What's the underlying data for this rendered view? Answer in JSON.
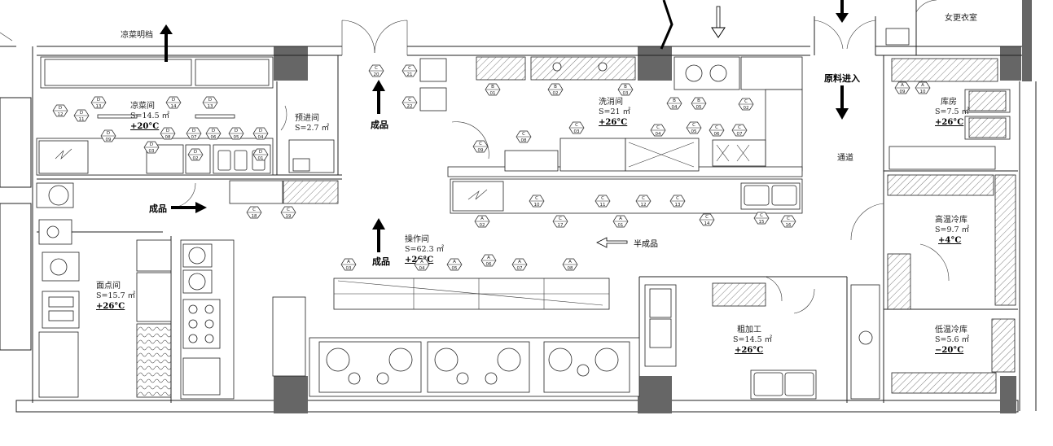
{
  "rooms": {
    "cold_dish_stall": "凉菜明档",
    "cold_dish_room": {
      "name": "凉菜间",
      "area": "S=14.5 ㎡",
      "temp": "+20°C"
    },
    "pre_entry": {
      "name": "预进间",
      "area": "S=2.7 ㎡"
    },
    "dishwash": {
      "name": "洗消间",
      "area": "S=21 ㎡",
      "temp": "+26°C"
    },
    "female_locker": "女更衣室",
    "warehouse": {
      "name": "库房",
      "area": "S=7.5 ㎡",
      "temp": "+26°C"
    },
    "corridor": "通道",
    "high_temp_cold": {
      "name": "高温冷库",
      "area": "S=9.7 ㎡",
      "temp": "+4°C"
    },
    "low_temp_cold": {
      "name": "低温冷库",
      "area": "S=5.6 ㎡",
      "temp": "−20°C"
    },
    "operation": {
      "name": "操作间",
      "area": "S=62.3 ㎡",
      "temp": "+26°C"
    },
    "pastry": {
      "name": "面点间",
      "area": "S=15.7 ㎡",
      "temp": "+26°C"
    },
    "rough_processing": {
      "name": "粗加工",
      "area": "S=14.5 ㎡",
      "temp": "+26°C"
    }
  },
  "flows": {
    "finished_1": "成品",
    "finished_2": "成品",
    "finished_3": "成品",
    "raw_in": "原料进入",
    "semi_finished": "半成品"
  },
  "tags": [
    "D 13",
    "D 14",
    "D 13",
    "D 12",
    "D 11",
    "D 09",
    "D 08",
    "D 07",
    "D 06",
    "D 05",
    "D 04",
    "D 03",
    "D 02",
    "D 01",
    "C 18",
    "C 19",
    "C 21",
    "C 22",
    "C 20",
    "B 01",
    "B 02",
    "B 03",
    "B 04",
    "B 05",
    "C 02",
    "C 03",
    "C 04",
    "C 05",
    "C 06",
    "C 07",
    "C 08",
    "C 09",
    "C 10",
    "C 11",
    "C 12",
    "C 13",
    "C 14",
    "C 15",
    "C 16",
    "C 17",
    "A 01",
    "A 02",
    "A 03",
    "A 04",
    "A 05",
    "A 06",
    "A 07",
    "A 08",
    "A 09",
    "A 10"
  ],
  "colors": {
    "wall": "#666666",
    "ink": "#222222",
    "background": "#ffffff"
  }
}
